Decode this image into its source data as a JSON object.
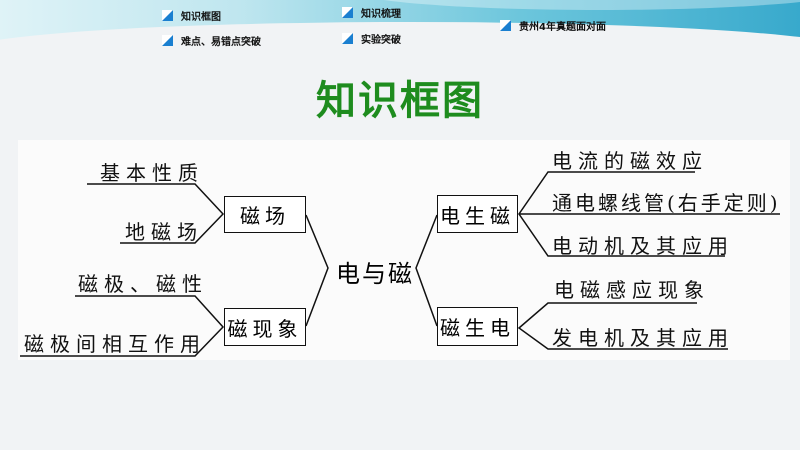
{
  "nav": {
    "items": [
      "知识框图",
      "知识梳理",
      "贵州4年真题面对面",
      "难点、易错点突破",
      "实验突破"
    ]
  },
  "title": "知识框图",
  "diagram": {
    "center": "电与磁",
    "left": {
      "field": {
        "label": "磁场",
        "leaves": [
          "基本性质",
          "地磁场"
        ]
      },
      "phenomenon": {
        "label": "磁现象",
        "leaves": [
          "磁极、磁性",
          "磁极间相互作用"
        ]
      }
    },
    "right": {
      "elec_to_mag": {
        "label": "电生磁",
        "leaves": [
          "电流的磁效应",
          "通电螺线管(右手定则)",
          "电动机及其应用"
        ]
      },
      "mag_to_elec": {
        "label": "磁生电",
        "leaves": [
          "电磁感应现象",
          "发电机及其应用"
        ]
      }
    }
  },
  "colors": {
    "title": "#1e8c1e",
    "nav_icon": "#1a7fd0"
  }
}
